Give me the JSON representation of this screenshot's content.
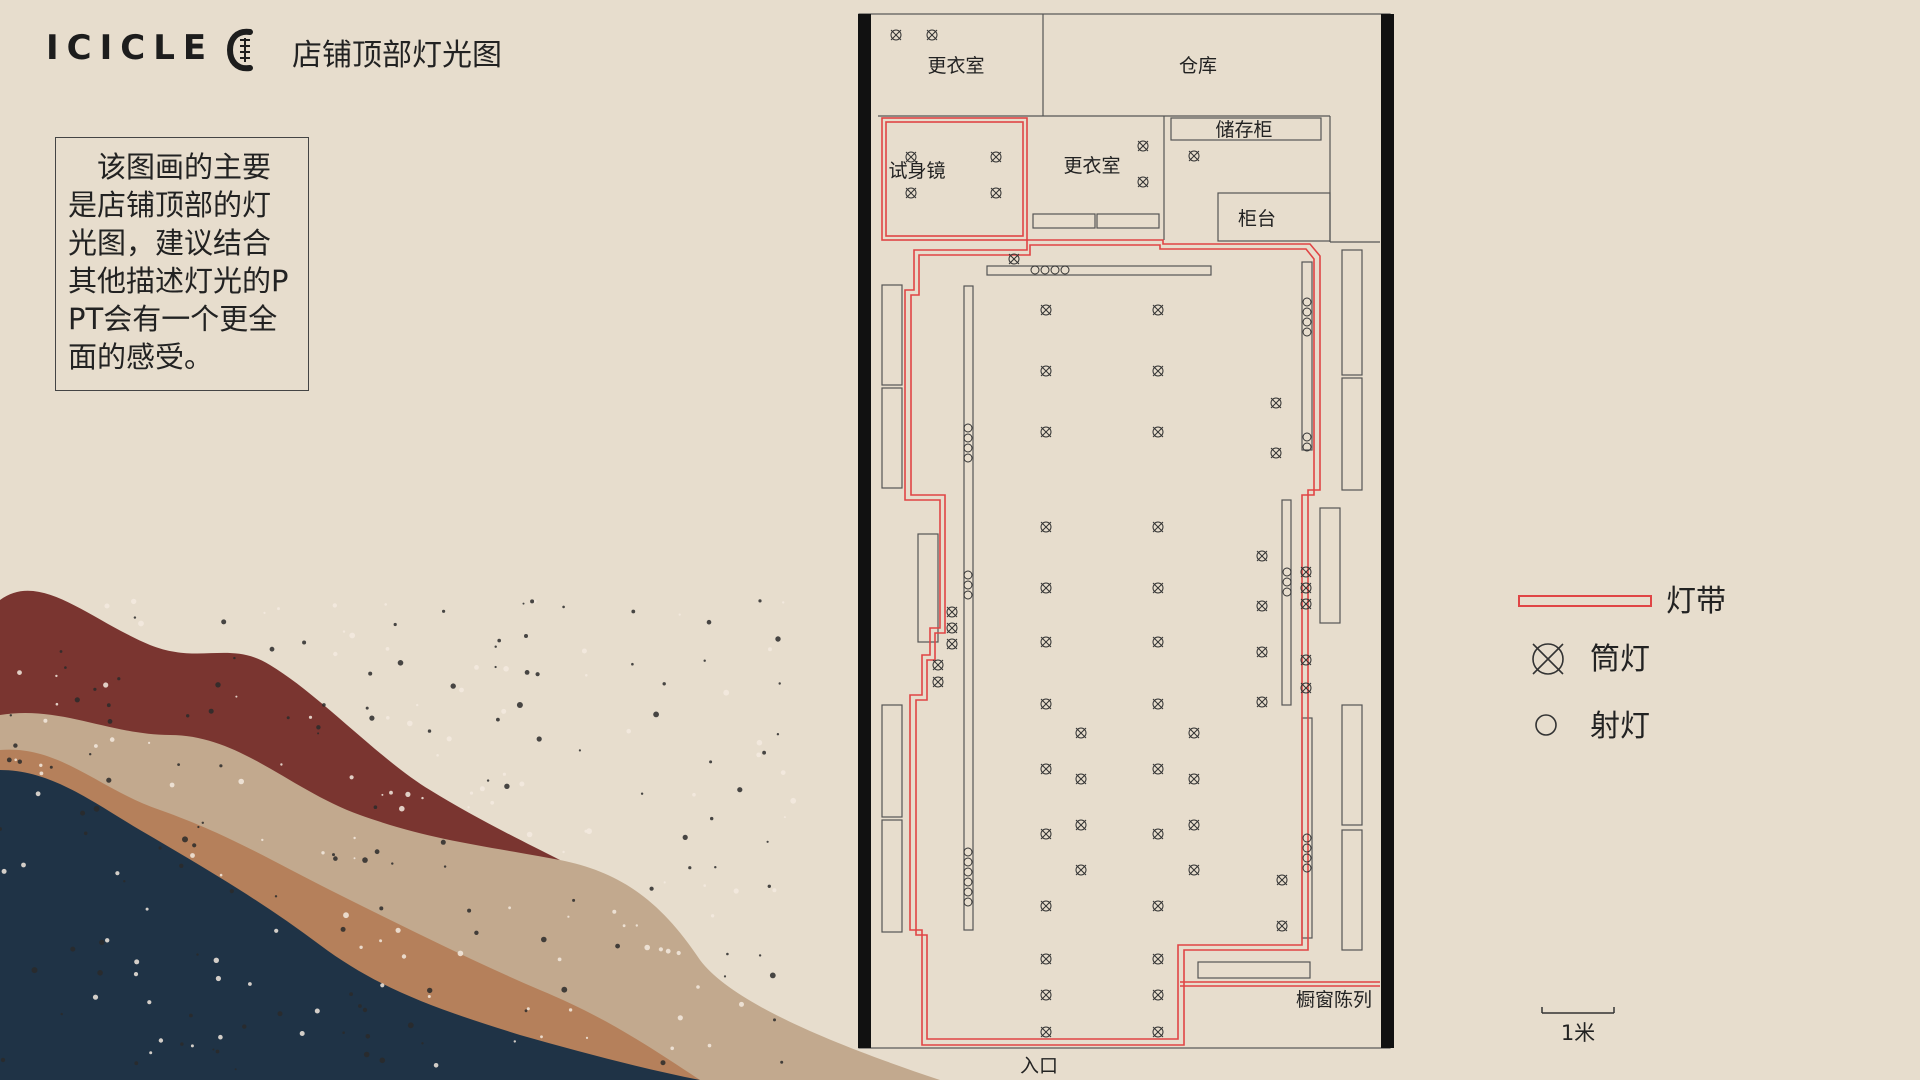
{
  "brand": {
    "name": "ICICLE",
    "logo_icon": "icicle-logo-icon",
    "page_title": "店铺顶部灯光图"
  },
  "description": "该图画的主要是店铺顶部的灯光图，建议结合其他描述灯光的PPT会有一个更全面的感受。",
  "rooms": {
    "changing_room_top": "更衣室",
    "warehouse": "仓库",
    "storage_cabinet": "储存柜",
    "mirror": "试身镜",
    "changing_room_mid": "更衣室",
    "counter": "柜台",
    "window_display": "橱窗陈列",
    "entrance": "入口"
  },
  "legend": {
    "strip_light": "灯带",
    "down_light": "筒灯",
    "spot_light": "射灯"
  },
  "scale": {
    "label": "1米"
  },
  "colors": {
    "background": "#e7ddcd",
    "strip_light": "#e04545",
    "plan_line": "#555555",
    "wall": "#111111",
    "mountain_dark_red": "#7a3530",
    "mountain_beige": "#c2a98e",
    "mountain_orange": "#b5805b",
    "mountain_navy": "#1f3346"
  }
}
